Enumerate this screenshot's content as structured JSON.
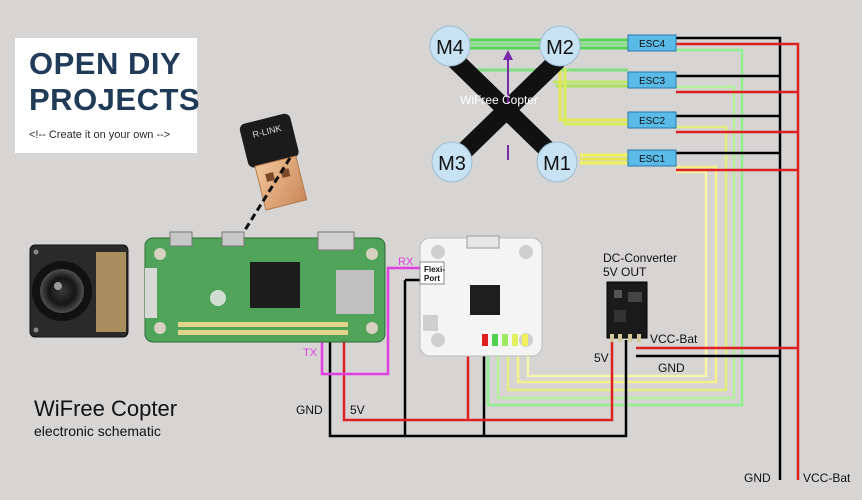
{
  "logo": {
    "line1": "OPEN DIY",
    "line2": "PROJECTS",
    "tagline": "<!-- Create it on your own -->"
  },
  "title": {
    "main": "WiFree Copter",
    "sub": "electronic schematic"
  },
  "copter": {
    "label": "WiFree Copter",
    "motors": [
      "M4",
      "M2",
      "M3",
      "M1"
    ]
  },
  "escs": [
    "ESC4",
    "ESC3",
    "ESC2",
    "ESC1"
  ],
  "flight_controller": {
    "port_label_line1": "Flexi-",
    "port_label_line2": "Port"
  },
  "labels": {
    "rx": "RX",
    "tx": "TX",
    "gnd_left": "GND",
    "v5_left": "5V",
    "dc_converter_line1": "DC-Converter",
    "dc_converter_line2": "5V OUT",
    "vcc_bat_converter": "VCC-Bat",
    "v5_converter": "5V",
    "gnd_converter": "GND",
    "gnd_bottom": "GND",
    "vcc_bat_bottom": "VCC-Bat"
  },
  "wire_colors": {
    "gnd": "#000000",
    "vcc": "#e02020",
    "signal_rx_tx": "#e040e0",
    "motor_green": "#55d455",
    "motor_yellow": "#e6e650"
  }
}
